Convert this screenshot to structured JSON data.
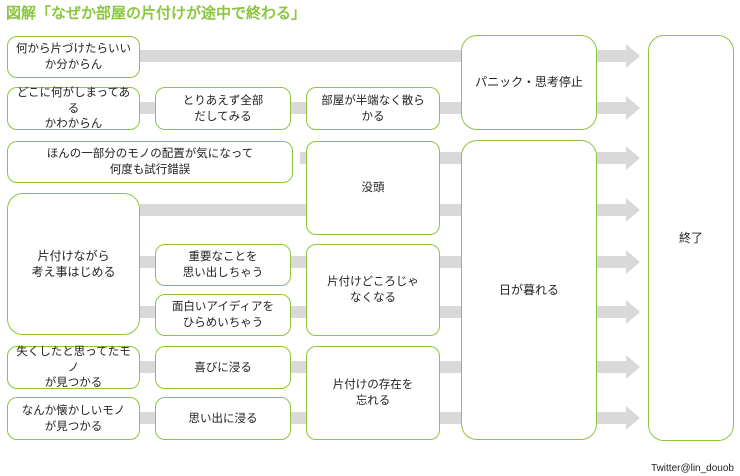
{
  "title": "図解「なぜか部屋の片付けが途中で終わる」",
  "boxes": {
    "cause_1": "何から片づけたらいい\nか分からん",
    "cause_2": "どこに何がしまってある\nかわからん",
    "action_2": "とりあえず全部\nだしてみる",
    "result_2": "部屋が半端なく散ら\nかる",
    "panic": "パニック・思考停止",
    "cause_3": "ほんの一部分のモノの配置が気になって\n何度も試行錯誤",
    "absorbed": "没頭",
    "sunset": "日が暮れる",
    "think": "片付けながら\n考え事はじめる",
    "recall": "重要なことを\n思い出しちゃう",
    "idea": "面白いアイディアを\nひらめいちゃう",
    "not_cleaning": "片付けどころじゃ\nなくなる",
    "lost_found": "失くしたと思ってたモノ\nが見つかる",
    "joy": "喜びに浸る",
    "nostalgic": "なんか懐かしいモノ\nが見つかる",
    "memories": "思い出に浸る",
    "forget": "片付けの存在を\n忘れる",
    "end": "終了"
  },
  "colors": {
    "accent": "#8cc63f",
    "arrow": "#d9d9d9"
  },
  "credit": "Twitter@lin_douob"
}
